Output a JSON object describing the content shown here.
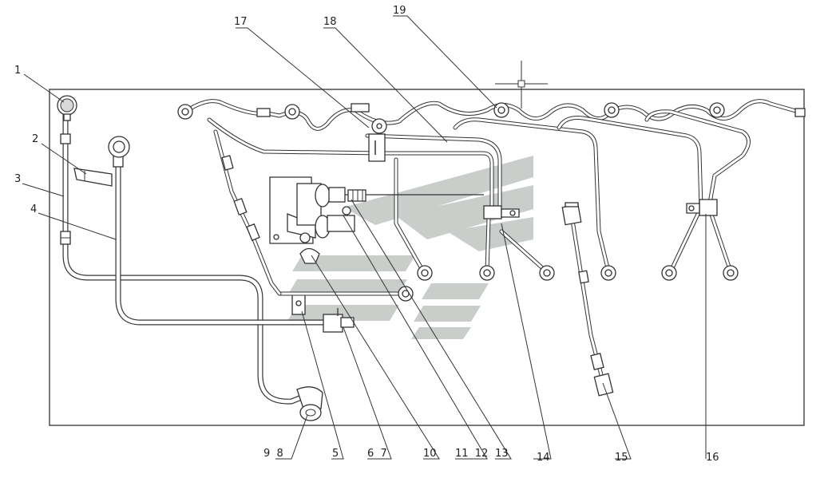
{
  "labels": {
    "l1": "1",
    "l2": "2",
    "l3": "3",
    "l4": "4",
    "l5": "5",
    "l67": "6  7",
    "l98": "9  8",
    "l10": "10",
    "l1112": "11  12",
    "l13": "13",
    "l14": "14",
    "l15": "15",
    "l16": "16",
    "l17": "17",
    "l18": "18",
    "l19": "19"
  }
}
